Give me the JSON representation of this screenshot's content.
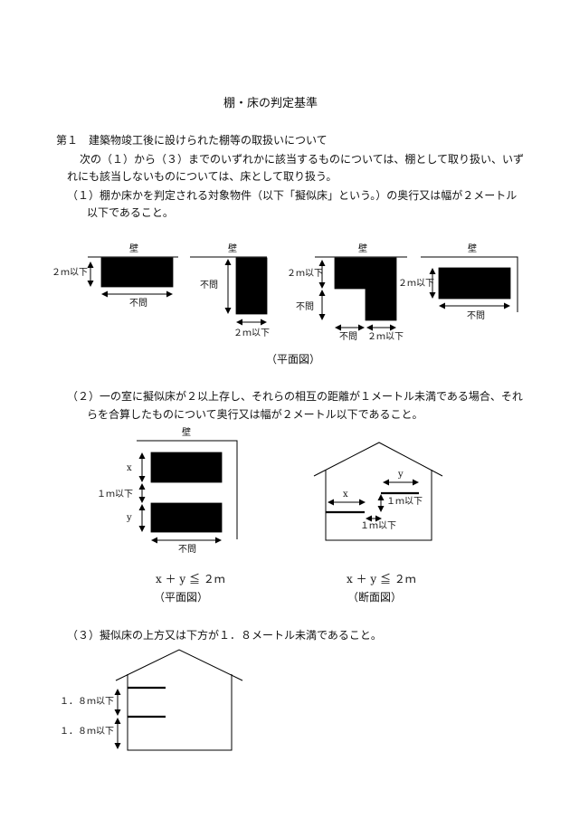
{
  "title": "棚・床の判定基準",
  "section1": {
    "heading": "第１　建築物竣工後に設けられた棚等の取扱いについて",
    "intro_line1": "次の（１）から（３）までのいずれかに該当するものについては、棚として取り扱い、いず",
    "intro_line2": "れにも該当しないものについては、床として取り扱う。"
  },
  "item1": {
    "line1": "（１）棚か床かを判定される対象物件（以下「擬似床」という。）の奥行又は幅が２メートル",
    "line2": "以下であること。",
    "caption": "（平面図）",
    "labels": {
      "wall": "壁",
      "two_m_or_less": "２ｍ以下",
      "any": "不問"
    }
  },
  "item2": {
    "line1": "（２）一の室に擬似床が２以上存し、それらの相互の距離が１メートル未満である場合、それ",
    "line2": "らを合算したものについて奥行又は幅が２メートル以下であること。",
    "labels": {
      "wall": "壁",
      "x": "x",
      "y": "y",
      "one_m_or_less": "１ｍ以下",
      "any": "不問"
    },
    "formula": "x ＋ y ≦ ２ｍ",
    "caption_plan": "（平面図）",
    "caption_section": "（断面図）"
  },
  "item3": {
    "line1": "（３）擬似床の上方又は下方が１．８メートル未満であること。",
    "labels": {
      "one_point_eight": "１．８ｍ以下"
    }
  }
}
